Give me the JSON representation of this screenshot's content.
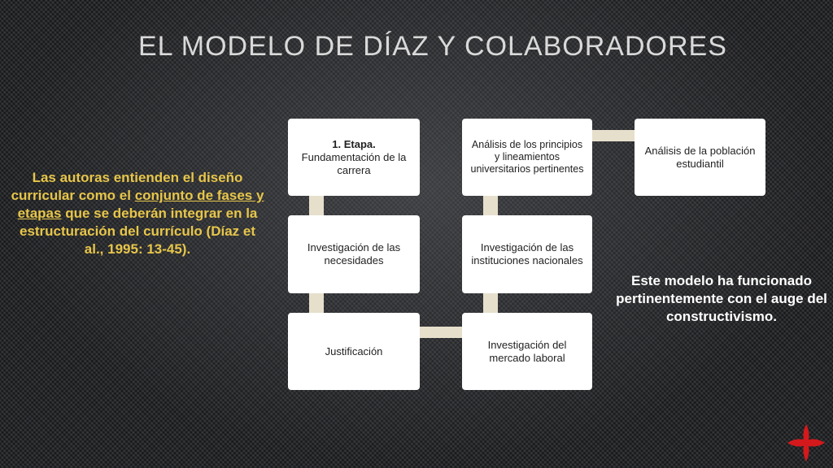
{
  "title": "El modelo de Díaz y colaboradores",
  "left_text": {
    "part1": "Las autoras entienden el diseño curricular como el ",
    "underlined": "conjunto de fases y etapas",
    "part2": " que se deberán integrar en la estructuración del currículo (Díaz et al., 1995: 13-45)."
  },
  "right_text": "Este modelo ha funcionado pertinentemente con el auge del constructivismo.",
  "diagram": {
    "box1": {
      "heading": "1. Etapa.",
      "text": "Fundamentación de la carrera"
    },
    "box2": "Investigación de las necesidades",
    "box3": "Justificación",
    "box4": "Investigación del mercado laboral",
    "box5": "Investigación de las instituciones nacionales",
    "box6": "Análisis de los principios y lineamientos universitarios pertinentes",
    "box7": "Análisis de la población estudiantil"
  },
  "colors": {
    "title": "#d9d9d9",
    "left_text": "#e7c64a",
    "right_text": "#ffffff",
    "connector": "#e6dfcc",
    "box": "#ffffff",
    "cross": "#d3191c"
  },
  "icons": {
    "logo": "cross-icon"
  }
}
